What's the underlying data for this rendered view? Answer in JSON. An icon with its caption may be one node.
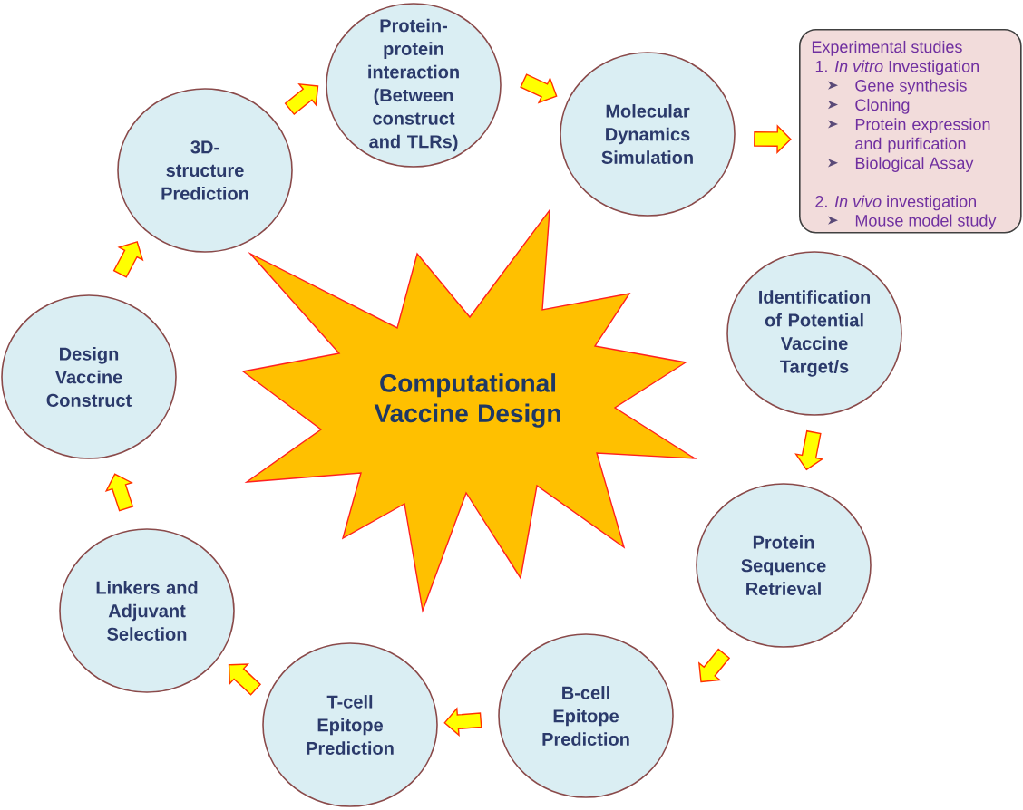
{
  "diagram": {
    "nodes": [
      {
        "text": [
          "Computational Vaccine Design"
        ]
      },
      {
        "text": [
          "Identification of Potential Vaccine Target/s"
        ]
      },
      {
        "text": [
          "Protein Sequence Retrieval"
        ]
      },
      {
        "text": [
          "B-cell Epitope Prediction"
        ]
      },
      {
        "text": [
          "T-cell Epitope Prediction"
        ]
      },
      {
        "text": [
          "Linkers and Adjuvant Selection"
        ]
      },
      {
        "text": [
          "Design Vaccine Construct"
        ]
      },
      {
        "text": [
          "3D- structure Prediction"
        ]
      },
      {
        "text": [
          "Protein- protein interaction (Between construct and TLRs)"
        ]
      },
      {
        "text": [
          "Molecular Dynamics Simulation"
        ]
      },
      {
        "text": [
          "Experimental studies",
          "1. *In vitro* Investigation",
          "Gene synthesis",
          "Cloning",
          "Protein expression and purification",
          "Biological Assay",
          "2. *In vivo* investigation",
          "Mouse model study"
        ]
      }
    ],
    "edges": [
      {
        "from": 1,
        "to": 2,
        "arrow": "to"
      },
      {
        "from": 2,
        "to": 3,
        "arrow": "to"
      },
      {
        "from": 3,
        "to": 4,
        "arrow": "to"
      },
      {
        "from": 4,
        "to": 5,
        "arrow": "to"
      },
      {
        "from": 5,
        "to": 6,
        "arrow": "to"
      },
      {
        "from": 6,
        "to": 7,
        "arrow": "to"
      },
      {
        "from": 7,
        "to": 8,
        "arrow": "to"
      },
      {
        "from": 8,
        "to": 9,
        "arrow": "to"
      },
      {
        "from": 9,
        "to": 10,
        "arrow": "to"
      }
    ]
  }
}
